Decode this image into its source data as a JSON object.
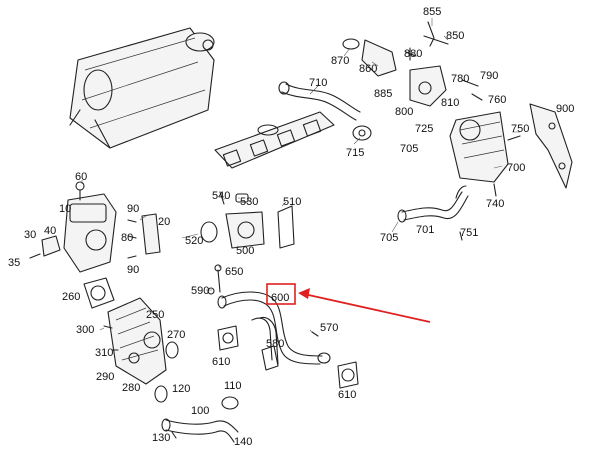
{
  "diagram": {
    "labels": [
      "855",
      "850",
      "870",
      "860",
      "880",
      "780",
      "790",
      "710",
      "885",
      "810",
      "760",
      "800",
      "900",
      "725",
      "750",
      "715",
      "705",
      "700",
      "740",
      "60",
      "540",
      "530",
      "510",
      "90",
      "10",
      "20",
      "520",
      "500",
      "705",
      "701",
      "751",
      "30",
      "40",
      "80",
      "35",
      "90",
      "650",
      "600",
      "260",
      "590",
      "570",
      "250",
      "300",
      "270",
      "310",
      "580",
      "610",
      "290",
      "280",
      "120",
      "110",
      "610",
      "100",
      "130",
      "140"
    ],
    "highlight_label": "600",
    "highlight_color": "#e02020"
  }
}
